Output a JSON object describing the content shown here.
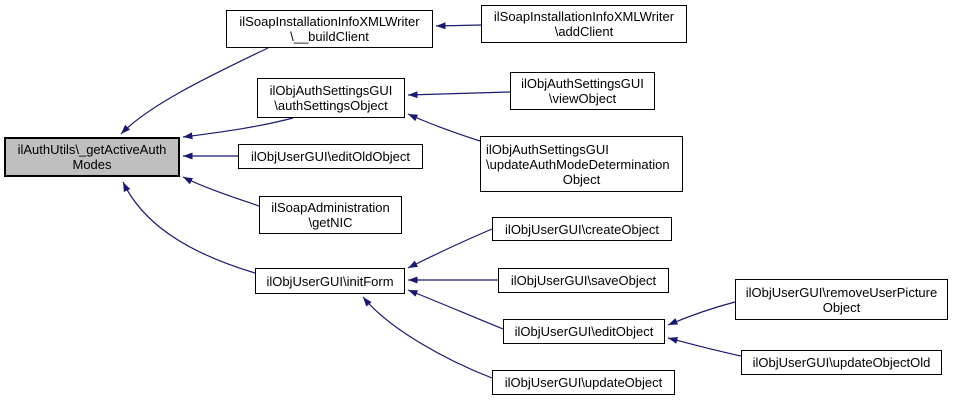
{
  "diagram": {
    "kind": "caller-graph",
    "colors": {
      "edge": "#191970",
      "node_border": "#000000",
      "node_fill": "#ffffff",
      "highlight_fill": "#bfbfbf",
      "text": "#000000",
      "background": "#ffffff"
    },
    "nodes": {
      "getActiveAuthModes": {
        "label": "ilAuthUtils\\_getActiveAuthModes",
        "lines": [
          "ilAuthUtils\\_getActiveAuth",
          "Modes"
        ],
        "highlighted": true
      },
      "buildClient": {
        "label": "ilSoapInstallationInfoXMLWriter\\__buildClient",
        "lines": [
          "ilSoapInstallationInfoXMLWriter",
          "\\__buildClient"
        ]
      },
      "addClient": {
        "label": "ilSoapInstallationInfoXMLWriter\\addClient",
        "lines": [
          "ilSoapInstallationInfoXMLWriter",
          "\\addClient"
        ]
      },
      "authSettingsObject": {
        "label": "ilObjAuthSettingsGUI\\authSettingsObject",
        "lines": [
          "ilObjAuthSettingsGUI",
          "\\authSettingsObject"
        ]
      },
      "viewObject": {
        "label": "ilObjAuthSettingsGUI\\viewObject",
        "lines": [
          "ilObjAuthSettingsGUI",
          "\\viewObject"
        ]
      },
      "updateAuthModeDeterminationObject": {
        "label": "ilObjAuthSettingsGUI\\updateAuthModeDeterminationObject",
        "lines": [
          "ilObjAuthSettingsGUI",
          "\\updateAuthModeDetermination",
          "Object"
        ]
      },
      "editOldObject": {
        "label": "ilObjUserGUI\\editOldObject",
        "lines": [
          "ilObjUserGUI\\editOldObject"
        ]
      },
      "getNIC": {
        "label": "ilSoapAdministration\\getNIC",
        "lines": [
          "ilSoapAdministration",
          "\\getNIC"
        ]
      },
      "initForm": {
        "label": "ilObjUserGUI\\initForm",
        "lines": [
          "ilObjUserGUI\\initForm"
        ]
      },
      "createObject": {
        "label": "ilObjUserGUI\\createObject",
        "lines": [
          "ilObjUserGUI\\createObject"
        ]
      },
      "saveObject": {
        "label": "ilObjUserGUI\\saveObject",
        "lines": [
          "ilObjUserGUI\\saveObject"
        ]
      },
      "editObject": {
        "label": "ilObjUserGUI\\editObject",
        "lines": [
          "ilObjUserGUI\\editObject"
        ]
      },
      "updateObject": {
        "label": "ilObjUserGUI\\updateObject",
        "lines": [
          "ilObjUserGUI\\updateObject"
        ]
      },
      "removeUserPictureObject": {
        "label": "ilObjUserGUI\\removeUserPictureObject",
        "lines": [
          "ilObjUserGUI\\removeUserPicture",
          "Object"
        ]
      },
      "updateObjectOld": {
        "label": "ilObjUserGUI\\updateObjectOld",
        "lines": [
          "ilObjUserGUI\\updateObjectOld"
        ]
      }
    },
    "edges": [
      {
        "from": "buildClient",
        "to": "getActiveAuthModes"
      },
      {
        "from": "authSettingsObject",
        "to": "getActiveAuthModes"
      },
      {
        "from": "editOldObject",
        "to": "getActiveAuthModes"
      },
      {
        "from": "getNIC",
        "to": "getActiveAuthModes"
      },
      {
        "from": "initForm",
        "to": "getActiveAuthModes"
      },
      {
        "from": "addClient",
        "to": "buildClient"
      },
      {
        "from": "viewObject",
        "to": "authSettingsObject"
      },
      {
        "from": "updateAuthModeDeterminationObject",
        "to": "authSettingsObject"
      },
      {
        "from": "createObject",
        "to": "initForm"
      },
      {
        "from": "saveObject",
        "to": "initForm"
      },
      {
        "from": "editObject",
        "to": "initForm"
      },
      {
        "from": "updateObject",
        "to": "initForm"
      },
      {
        "from": "removeUserPictureObject",
        "to": "editObject"
      },
      {
        "from": "updateObjectOld",
        "to": "editObject"
      }
    ]
  }
}
